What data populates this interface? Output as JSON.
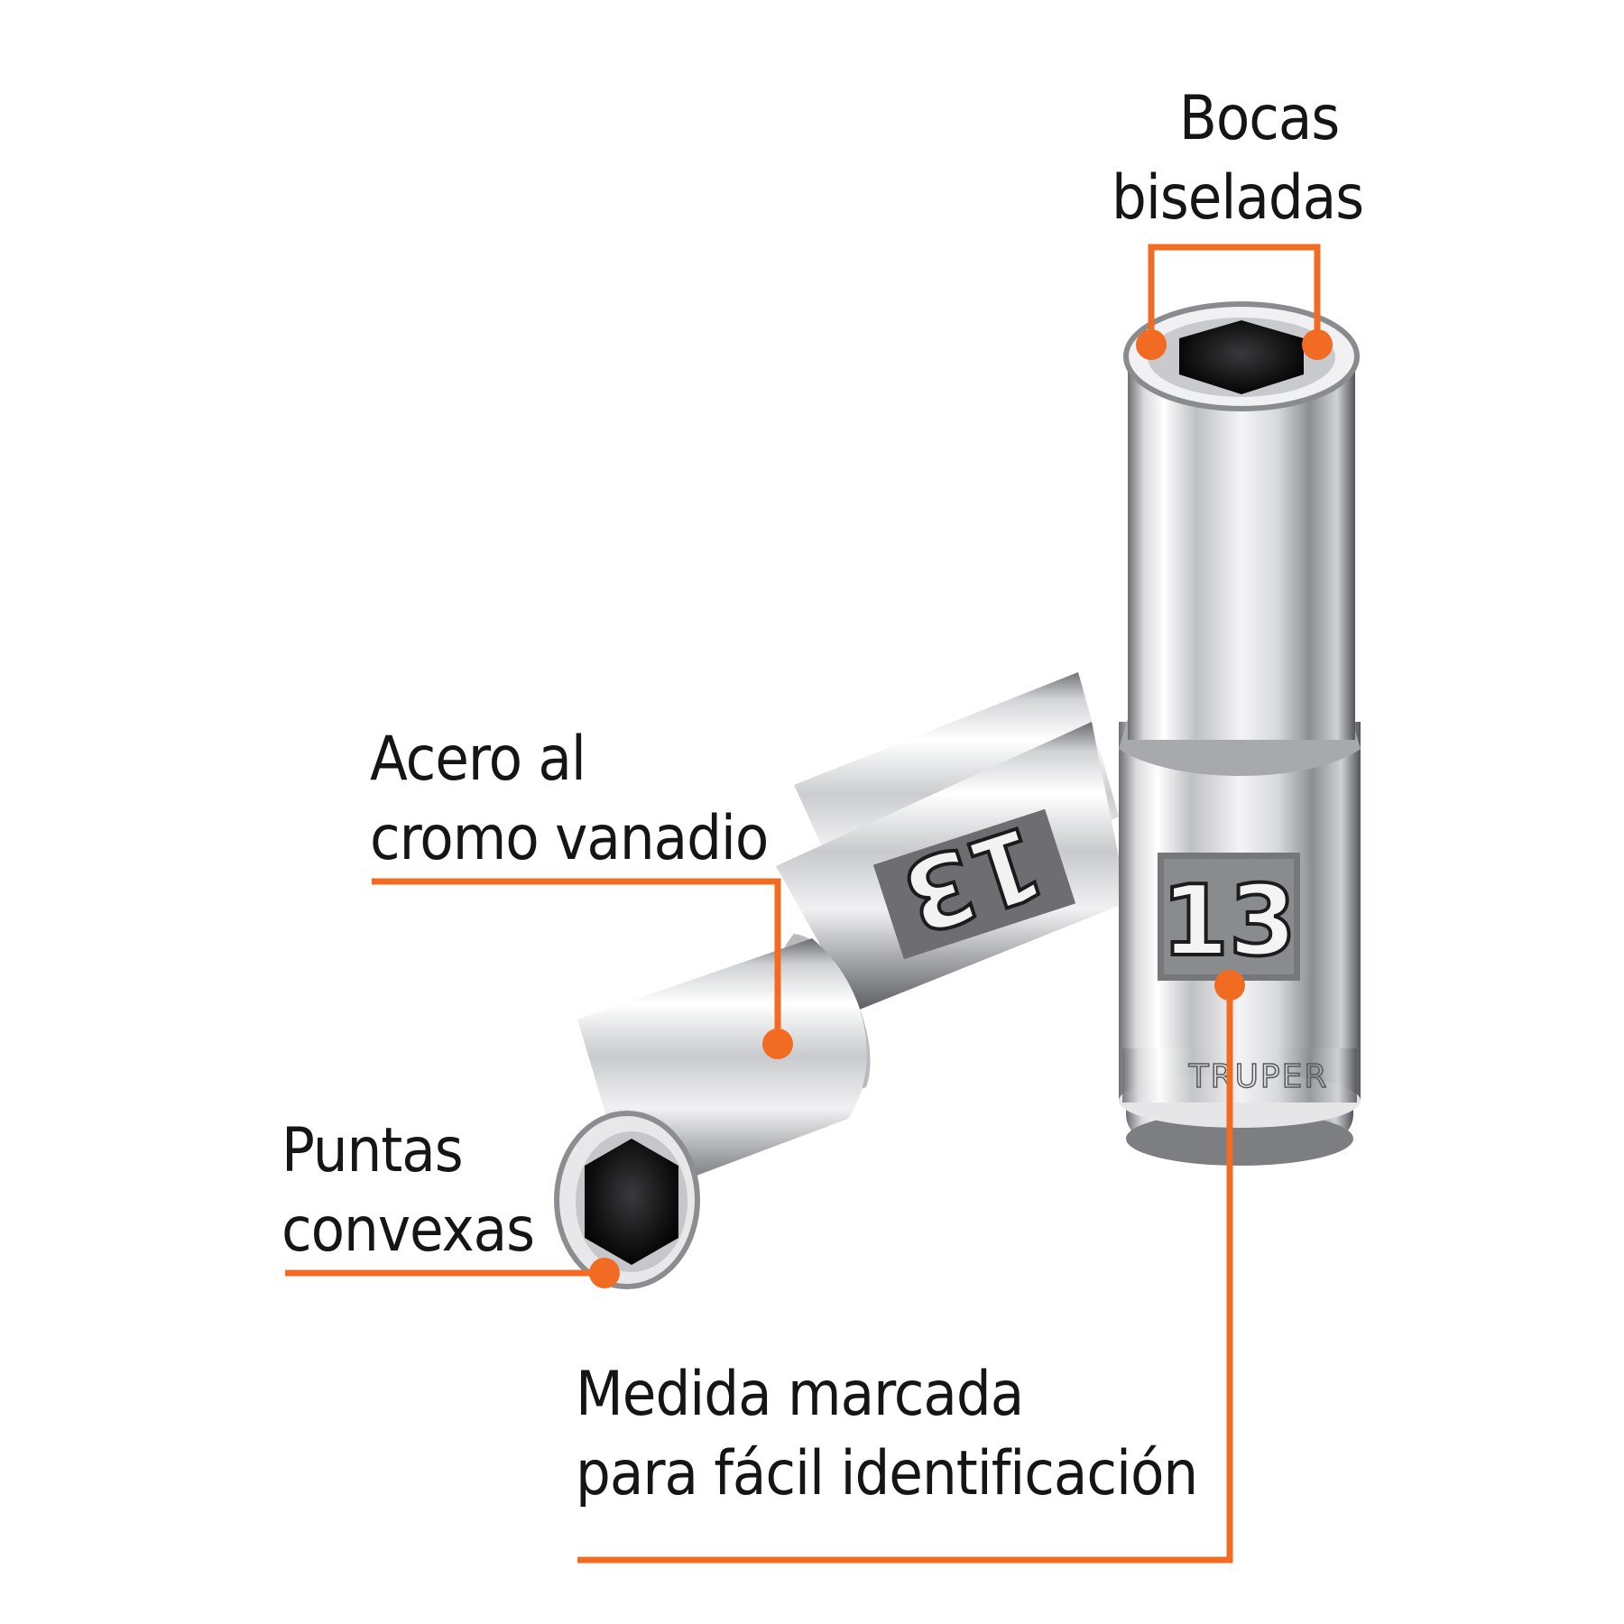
{
  "accent_color": "#f26b22",
  "labels": {
    "bocas": [
      "Bocas",
      "biseladas"
    ],
    "acero": [
      "Acero al",
      "cromo vanadio"
    ],
    "puntas": [
      "Puntas",
      "convexas"
    ],
    "medida": [
      "Medida marcada",
      "para fácil identificación"
    ]
  },
  "sockets": {
    "upright": {
      "size_marking": "13",
      "brand_marking": "TRUPER"
    },
    "lying": {
      "size_marking": "13"
    }
  }
}
